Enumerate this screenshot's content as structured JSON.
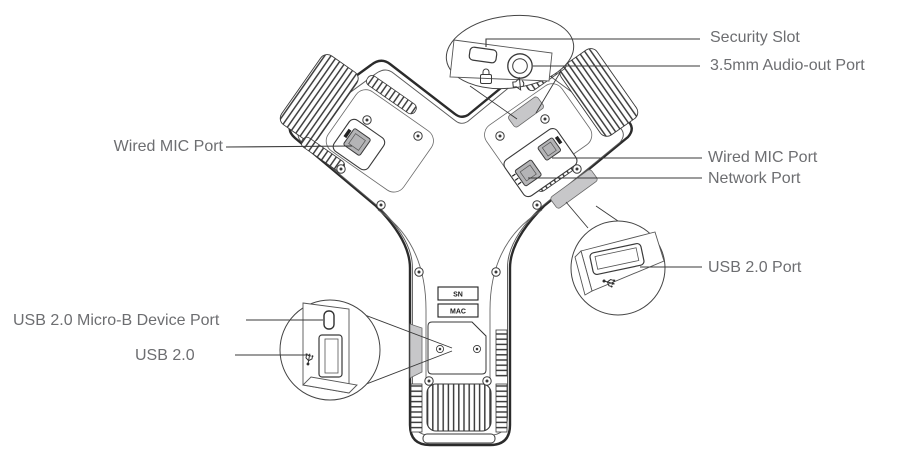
{
  "figure": {
    "title": "Conference phone bottom-view connector diagram",
    "colors": {
      "label_text": "#6d6e71",
      "outline": "#2b2b2b",
      "leader_line": "#3a3a3a",
      "pad_gray": "#c7c7c9",
      "port_gray": "#b4b4b6"
    },
    "labels": {
      "security_slot": "Security Slot",
      "audio_out": "3.5mm Audio-out Port",
      "wired_mic_left": "Wired MIC Port",
      "wired_mic_right": "Wired MIC Port",
      "network": "Network Port",
      "usb_port": "USB 2.0 Port",
      "usb_micro_b": "USB 2.0 Micro-B Device Port",
      "usb": "USB 2.0"
    },
    "device_markings": {
      "sn": "SN",
      "mac": "MAC"
    },
    "icons": [
      "lock-icon",
      "speaker-icon",
      "usb-trident-icon"
    ]
  }
}
